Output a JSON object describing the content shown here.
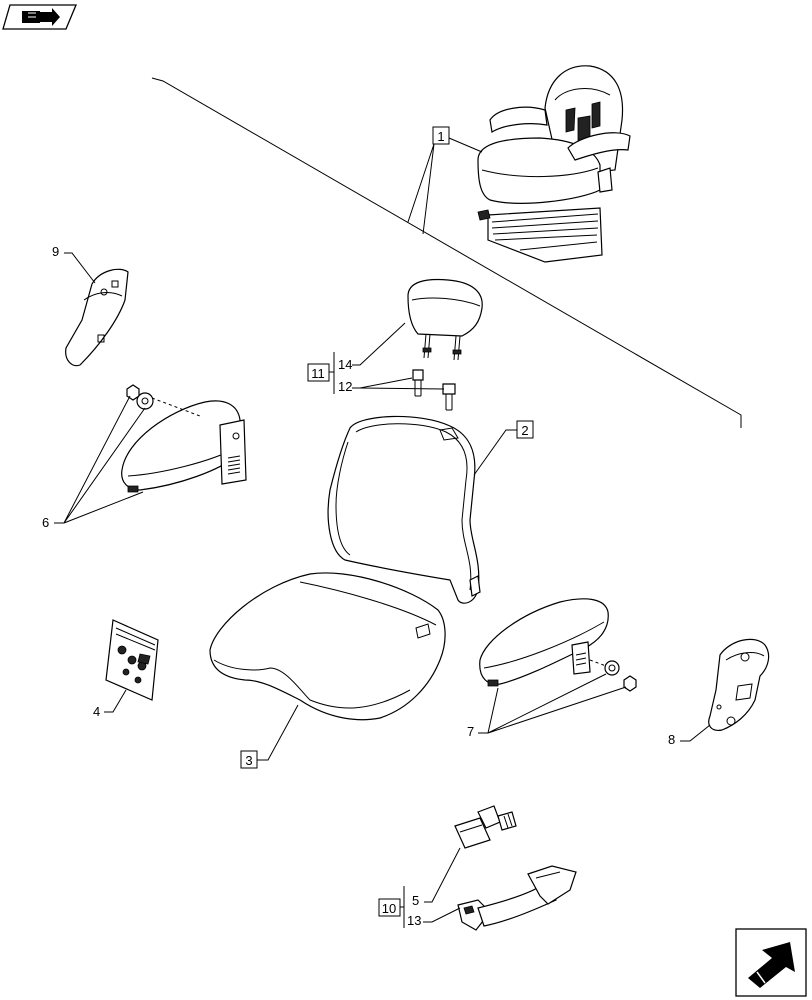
{
  "callouts": {
    "c1": "1",
    "c2": "2",
    "c3": "3",
    "c4": "4",
    "c5": "5",
    "c6": "6",
    "c7": "7",
    "c8": "8",
    "c9": "9",
    "c10": "10",
    "c11": "11",
    "c12": "12",
    "c13": "13",
    "c14": "14"
  },
  "icons": {
    "top_left": "book-arrow-icon",
    "bottom_right": "next-page-arrow-icon"
  }
}
